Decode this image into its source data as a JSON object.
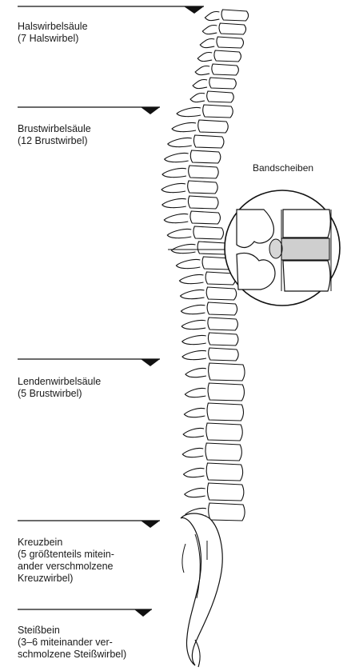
{
  "regions": [
    {
      "key": "cervical",
      "lines": [
        "Halswirbelsäule",
        "(7 Halswirbel)"
      ]
    },
    {
      "key": "thoracic",
      "lines": [
        "Brustwirbelsäule",
        "(12 Brustwirbel)"
      ]
    },
    {
      "key": "lumbar",
      "lines": [
        "Lendenwirbelsäule",
        "(5 Brustwirbel)"
      ]
    },
    {
      "key": "sacrum",
      "lines": [
        "Kreuzbein",
        "(5 größtenteils mitein-",
        "ander verschmolzene",
        "Kreuzwirbel)"
      ]
    },
    {
      "key": "coccyx",
      "lines": [
        "Steißbein",
        "(3–6 miteinander ver-",
        "schmolzene Steißwirbel)"
      ]
    }
  ],
  "inset": {
    "label": "Bandscheiben"
  },
  "colors": {
    "line": "#111111",
    "disc_fill": "#cfcfcf",
    "background": "#ffffff"
  }
}
